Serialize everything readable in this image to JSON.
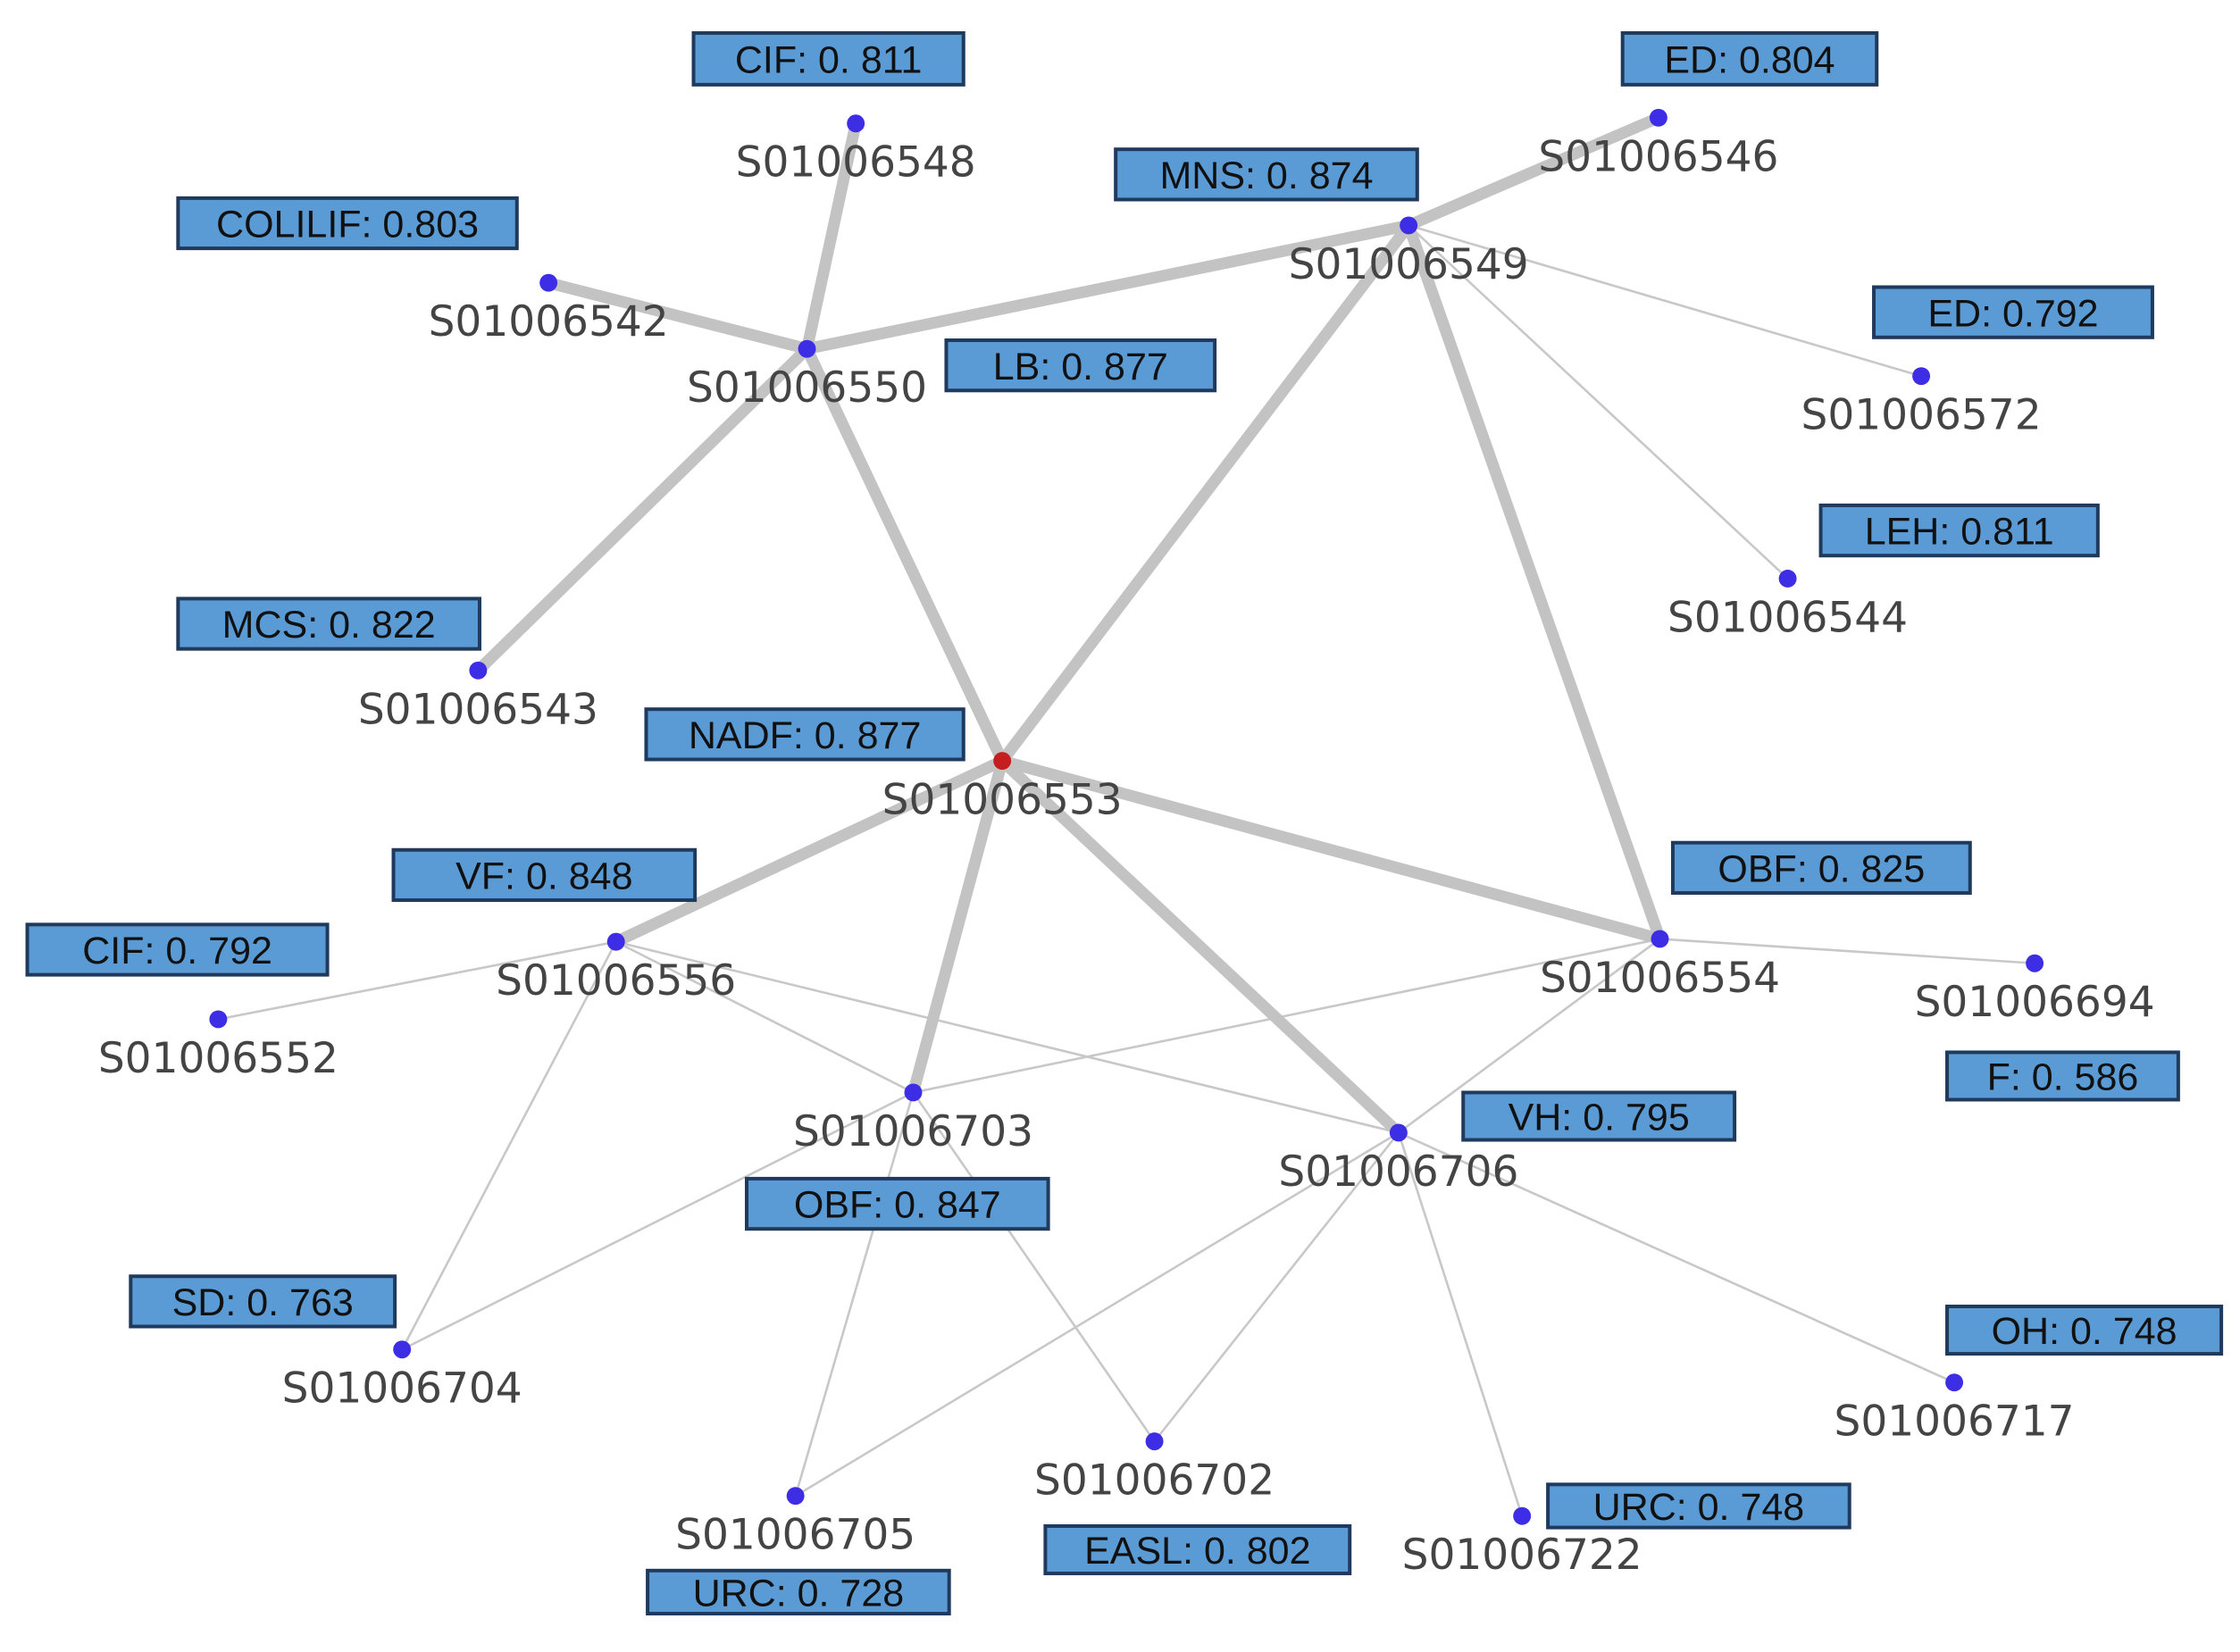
{
  "colors": {
    "node_default": "#3d2ee6",
    "node_highlight": "#c41e1e",
    "edge": "#c3c3c3",
    "badge_fill": "#5b9bd5",
    "badge_border": "#1f3a5c",
    "label_text": "#444444"
  },
  "nodes": [
    {
      "id": "S01006548",
      "label": "S01006548",
      "highlight": false
    },
    {
      "id": "S01006546",
      "label": "S01006546",
      "highlight": false
    },
    {
      "id": "S01006549",
      "label": "S01006549",
      "highlight": false
    },
    {
      "id": "S01006542",
      "label": "S01006542",
      "highlight": false
    },
    {
      "id": "S01006550",
      "label": "S01006550",
      "highlight": false
    },
    {
      "id": "S01006572",
      "label": "S01006572",
      "highlight": false
    },
    {
      "id": "S01006544",
      "label": "S01006544",
      "highlight": false
    },
    {
      "id": "S01006543",
      "label": "S01006543",
      "highlight": false
    },
    {
      "id": "S01006553",
      "label": "S01006553",
      "highlight": true
    },
    {
      "id": "S01006556",
      "label": "S01006556",
      "highlight": false
    },
    {
      "id": "S01006554",
      "label": "S01006554",
      "highlight": false
    },
    {
      "id": "S01006694",
      "label": "S01006694",
      "highlight": false
    },
    {
      "id": "S01006552",
      "label": "S01006552",
      "highlight": false
    },
    {
      "id": "S01006703",
      "label": "S01006703",
      "highlight": false
    },
    {
      "id": "S01006706",
      "label": "S01006706",
      "highlight": false
    },
    {
      "id": "S01006704",
      "label": "S01006704",
      "highlight": false
    },
    {
      "id": "S01006717",
      "label": "S01006717",
      "highlight": false
    },
    {
      "id": "S01006702",
      "label": "S01006702",
      "highlight": false
    },
    {
      "id": "S01006705",
      "label": "S01006705",
      "highlight": false
    },
    {
      "id": "S01006722",
      "label": "S01006722",
      "highlight": false
    }
  ],
  "edges": [
    {
      "source": "S01006548",
      "target": "S01006550",
      "strength": "strong"
    },
    {
      "source": "S01006542",
      "target": "S01006550",
      "strength": "strong"
    },
    {
      "source": "S01006550",
      "target": "S01006549",
      "strength": "strong"
    },
    {
      "source": "S01006549",
      "target": "S01006546",
      "strength": "strong"
    },
    {
      "source": "S01006550",
      "target": "S01006543",
      "strength": "strong"
    },
    {
      "source": "S01006550",
      "target": "S01006553",
      "strength": "strong"
    },
    {
      "source": "S01006549",
      "target": "S01006553",
      "strength": "strong"
    },
    {
      "source": "S01006549",
      "target": "S01006554",
      "strength": "strong"
    },
    {
      "source": "S01006553",
      "target": "S01006556",
      "strength": "strong"
    },
    {
      "source": "S01006553",
      "target": "S01006703",
      "strength": "strong"
    },
    {
      "source": "S01006553",
      "target": "S01006706",
      "strength": "strong"
    },
    {
      "source": "S01006553",
      "target": "S01006554",
      "strength": "strong"
    },
    {
      "source": "S01006549",
      "target": "S01006572",
      "strength": "weak"
    },
    {
      "source": "S01006549",
      "target": "S01006544",
      "strength": "weak"
    },
    {
      "source": "S01006556",
      "target": "S01006552",
      "strength": "weak"
    },
    {
      "source": "S01006556",
      "target": "S01006703",
      "strength": "weak"
    },
    {
      "source": "S01006556",
      "target": "S01006706",
      "strength": "weak"
    },
    {
      "source": "S01006556",
      "target": "S01006704",
      "strength": "weak"
    },
    {
      "source": "S01006554",
      "target": "S01006694",
      "strength": "weak"
    },
    {
      "source": "S01006554",
      "target": "S01006703",
      "strength": "weak"
    },
    {
      "source": "S01006554",
      "target": "S01006706",
      "strength": "weak"
    },
    {
      "source": "S01006703",
      "target": "S01006704",
      "strength": "weak"
    },
    {
      "source": "S01006703",
      "target": "S01006705",
      "strength": "weak"
    },
    {
      "source": "S01006703",
      "target": "S01006702",
      "strength": "weak"
    },
    {
      "source": "S01006706",
      "target": "S01006705",
      "strength": "weak"
    },
    {
      "source": "S01006706",
      "target": "S01006702",
      "strength": "weak"
    },
    {
      "source": "S01006706",
      "target": "S01006722",
      "strength": "weak"
    },
    {
      "source": "S01006706",
      "target": "S01006717",
      "strength": "weak"
    }
  ],
  "badges": [
    {
      "id": "cif-0811",
      "text": "CIF: 0. 811"
    },
    {
      "id": "ed-0804",
      "text": "ED: 0.804"
    },
    {
      "id": "mns-0874",
      "text": "MNS: 0. 874"
    },
    {
      "id": "colilif-0803",
      "text": "COLILIF: 0.803"
    },
    {
      "id": "ed-0792",
      "text": "ED: 0.792"
    },
    {
      "id": "lb-0877",
      "text": "LB: 0. 877"
    },
    {
      "id": "leh-0811",
      "text": "LEH: 0.811"
    },
    {
      "id": "mcs-0822",
      "text": "MCS: 0. 822"
    },
    {
      "id": "nadf-0877",
      "text": "NADF: 0. 877"
    },
    {
      "id": "vf-0848",
      "text": "VF: 0. 848"
    },
    {
      "id": "obf-0825",
      "text": "OBF: 0. 825"
    },
    {
      "id": "cif-0792",
      "text": "CIF: 0. 792"
    },
    {
      "id": "f-0586",
      "text": "F: 0. 586"
    },
    {
      "id": "vh-0795",
      "text": "VH: 0. 795"
    },
    {
      "id": "obf-0847",
      "text": "OBF: 0. 847"
    },
    {
      "id": "sd-0763",
      "text": "SD: 0. 763"
    },
    {
      "id": "oh-0748",
      "text": "OH: 0. 748"
    },
    {
      "id": "urc-0748",
      "text": "URC: 0. 748"
    },
    {
      "id": "easl-0802",
      "text": "EASL: 0. 802"
    },
    {
      "id": "urc-0728",
      "text": "URC: 0. 728"
    }
  ]
}
